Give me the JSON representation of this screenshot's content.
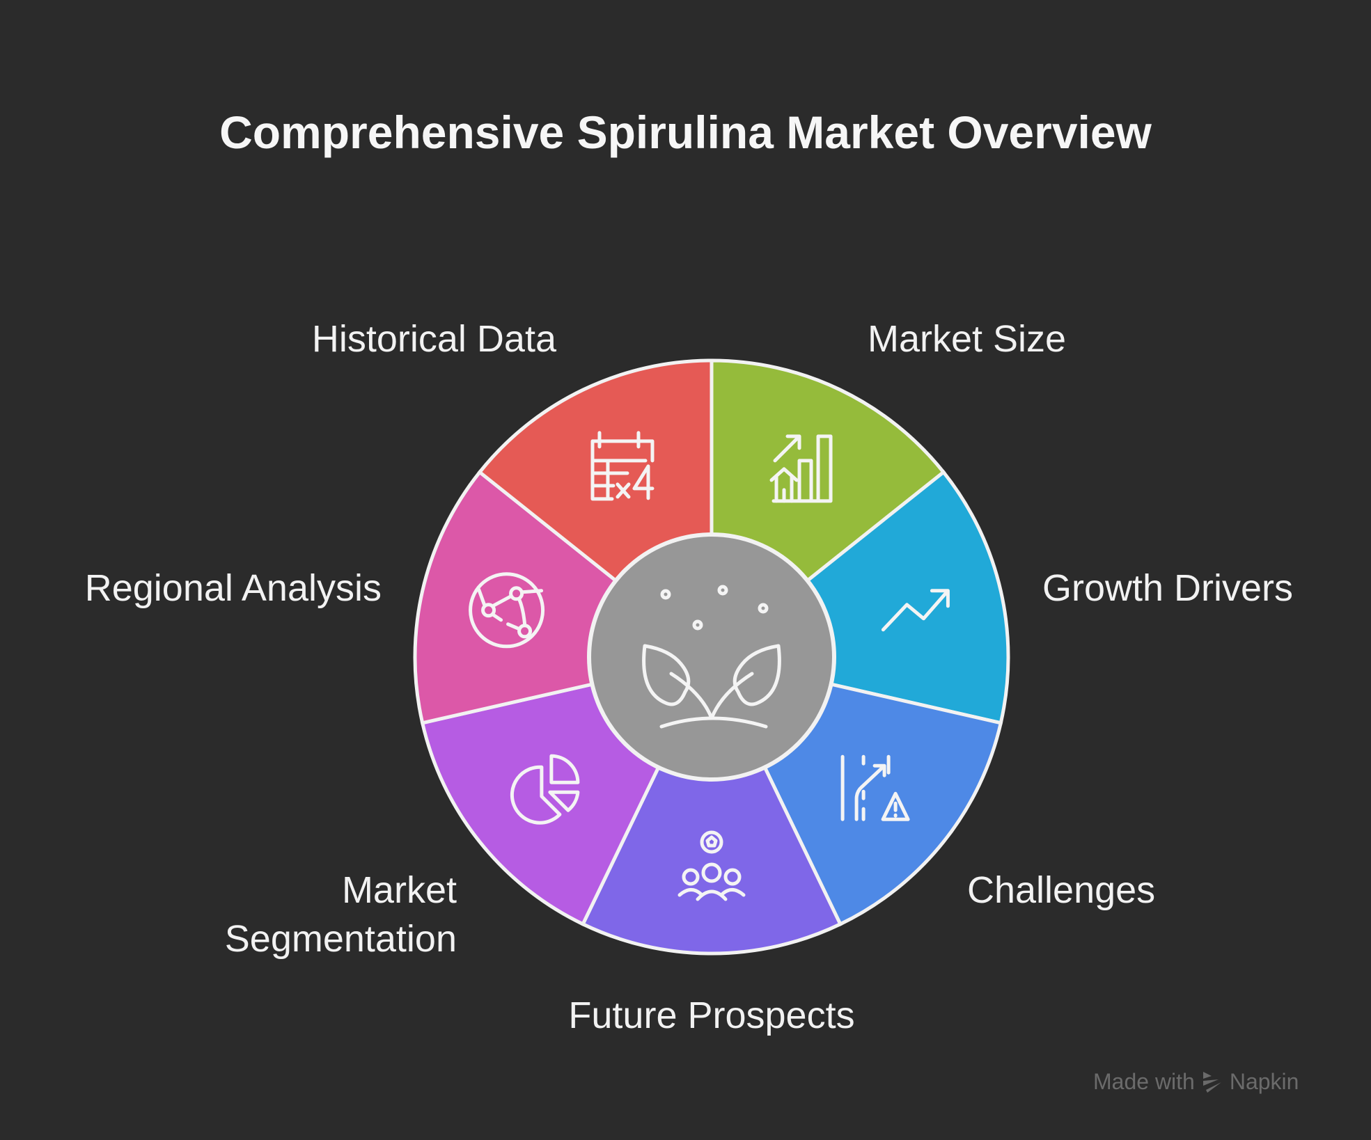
{
  "title": "Comprehensive Spirulina Market Overview",
  "center": {
    "icon": "sprout-icon",
    "color": "#979797"
  },
  "segments": [
    {
      "label": "Market Size",
      "color": "#95BB3B",
      "icon": "market-growth-chart-icon"
    },
    {
      "label": "Growth Drivers",
      "color": "#21A9D8",
      "icon": "trend-up-icon"
    },
    {
      "label": "Challenges",
      "color": "#4E89E6",
      "icon": "road-warning-icon"
    },
    {
      "label": "Future Prospects",
      "color": "#7F67E8",
      "icon": "team-ball-icon"
    },
    {
      "label": "Market Segmentation",
      "label_line1": "Market",
      "label_line2": "Segmentation",
      "color": "#B65CE3",
      "icon": "pie-chart-icon"
    },
    {
      "label": "Regional Analysis",
      "color": "#DC58A8",
      "icon": "globe-network-icon"
    },
    {
      "label": "Historical Data",
      "color": "#E55A55",
      "icon": "calendar-times-four-icon"
    }
  ],
  "watermark": {
    "prefix": "Made with",
    "brand": "Napkin"
  }
}
